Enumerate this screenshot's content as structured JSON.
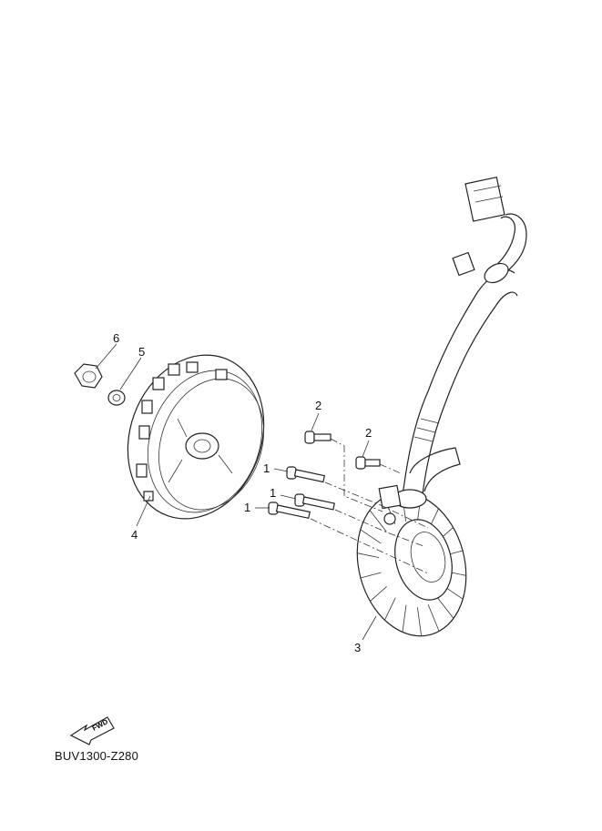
{
  "diagram_code": "BUV1300-Z280",
  "fwd_arrow_label": "FWD",
  "callouts": [
    {
      "number": "6",
      "part": "nut"
    },
    {
      "number": "5",
      "part": "washer"
    },
    {
      "number": "4",
      "part": "rotor"
    },
    {
      "number": "2",
      "part": "bolt"
    },
    {
      "number": "2",
      "part": "bolt"
    },
    {
      "number": "1",
      "part": "bolt"
    },
    {
      "number": "1",
      "part": "bolt"
    },
    {
      "number": "1",
      "part": "bolt"
    },
    {
      "number": "3",
      "part": "stator"
    }
  ]
}
